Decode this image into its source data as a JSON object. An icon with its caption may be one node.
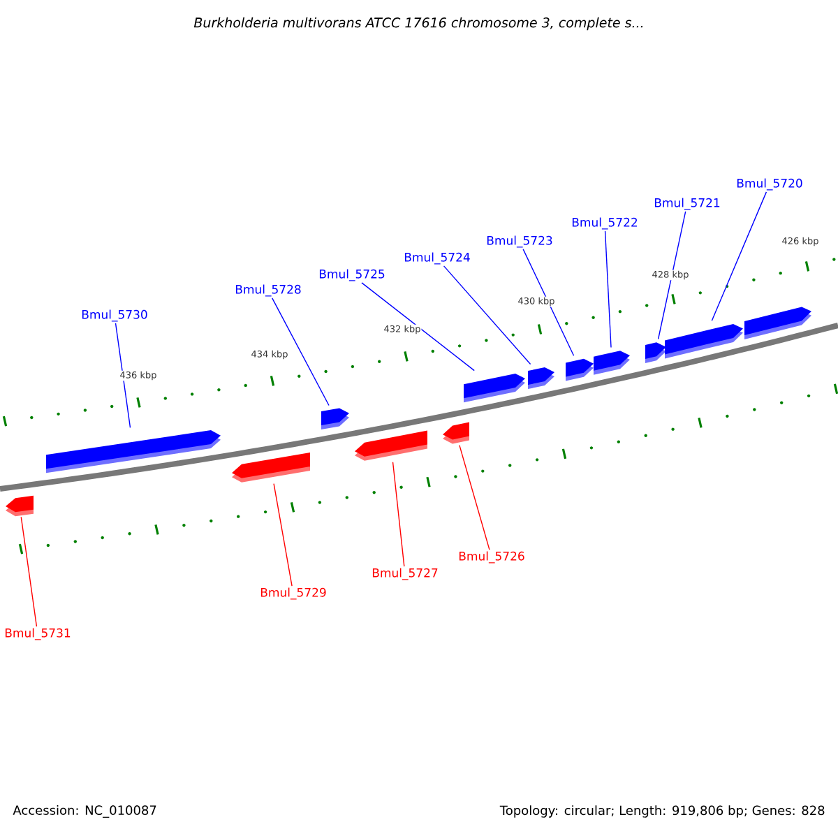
{
  "diagram": {
    "title": "Burkholderia multivorans ATCC 17616 chromosome 3, complete s...",
    "nodes": [
      {
        "text": [
          "Bmul_5730"
        ]
      },
      {
        "text": [
          "Bmul_5728"
        ]
      },
      {
        "text": [
          "Bmul_5725"
        ]
      },
      {
        "text": [
          "Bmul_5724"
        ]
      },
      {
        "text": [
          "Bmul_5723"
        ]
      },
      {
        "text": [
          "Bmul_5722"
        ]
      },
      {
        "text": [
          "Bmul_5721"
        ]
      },
      {
        "text": [
          "Bmul_5720"
        ]
      },
      {
        "text": [
          "Bmul_5731"
        ]
      },
      {
        "text": [
          "Bmul_5729"
        ]
      },
      {
        "text": [
          "Bmul_5727"
        ]
      },
      {
        "text": [
          "Bmul_5726"
        ]
      },
      {
        "text": [],
        "shape": "bar"
      },
      {
        "text": [],
        "shape": "bar"
      },
      {
        "text": [],
        "shape": "bar"
      },
      {
        "text": [],
        "shape": "bar"
      },
      {
        "text": [],
        "shape": "bar"
      },
      {
        "text": [],
        "shape": "bar"
      },
      {
        "text": [],
        "shape": "bar"
      },
      {
        "text": [],
        "shape": "bar"
      },
      {
        "text": [],
        "shape": "bar"
      },
      {
        "text": [],
        "shape": "bar"
      },
      {
        "text": [],
        "shape": "bar"
      },
      {
        "text": [],
        "shape": "bar"
      },
      {
        "text": [],
        "shape": "bar"
      }
    ],
    "edges": [
      {
        "from": 0,
        "to": 12,
        "arrow": "none"
      },
      {
        "from": 1,
        "to": 13,
        "arrow": "none"
      },
      {
        "from": 2,
        "to": 14,
        "arrow": "none"
      },
      {
        "from": 3,
        "to": 15,
        "arrow": "none"
      },
      {
        "from": 4,
        "to": 16,
        "arrow": "none"
      },
      {
        "from": 5,
        "to": 17,
        "arrow": "none"
      },
      {
        "from": 6,
        "to": 18,
        "arrow": "none"
      },
      {
        "from": 7,
        "to": 19,
        "arrow": "none"
      },
      {
        "from": 8,
        "to": 21,
        "arrow": "none",
        "color": "#ff0000"
      },
      {
        "from": 9,
        "to": 22,
        "arrow": "none",
        "color": "#ff0000"
      },
      {
        "from": 10,
        "to": 23,
        "arrow": "none",
        "color": "#ff0000"
      },
      {
        "from": 11,
        "to": 24,
        "arrow": "none",
        "color": "#ff0000"
      }
    ],
    "labels": [
      "436 kbp",
      "434 kbp",
      "432 kbp",
      "430 kbp",
      "428 kbp",
      "426 kbp",
      "Accession: NC_010087",
      "Topology: circular; Length: 919,806 bp; Genes: 828"
    ]
  }
}
